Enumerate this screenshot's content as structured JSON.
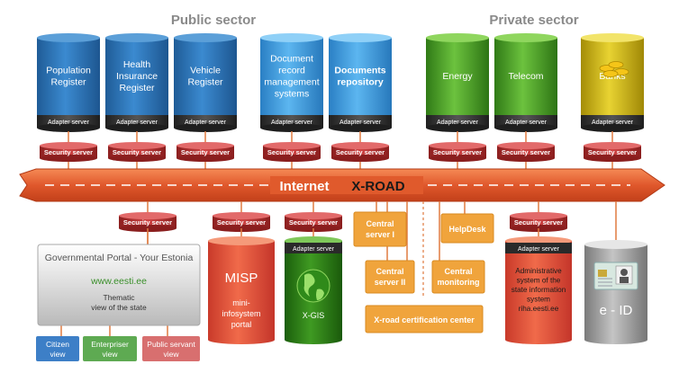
{
  "headings": {
    "public": "Public sector",
    "private": "Private sector"
  },
  "labels": {
    "adapter": "Adapter server",
    "security": "Security server",
    "internet": "Internet",
    "xroad": "X-ROAD"
  },
  "top_dbs": [
    {
      "lines": [
        "Population",
        "Register"
      ],
      "color": "blue"
    },
    {
      "lines": [
        "Health",
        "Insurance",
        "Register"
      ],
      "color": "blue"
    },
    {
      "lines": [
        "Vehicle",
        "Register"
      ],
      "color": "blue"
    },
    {
      "lines": [
        "Document",
        "record",
        "management",
        "systems"
      ],
      "color": "lightblue"
    },
    {
      "lines": [
        "Documents",
        "repository"
      ],
      "color": "lightblue"
    },
    {
      "lines": [
        "Energy"
      ],
      "color": "green"
    },
    {
      "lines": [
        "Telecom"
      ],
      "color": "green"
    },
    {
      "lines": [
        "Banks"
      ],
      "color": "yellow"
    }
  ],
  "portal": {
    "title": "Governmental Portal - Your Estonia",
    "url": "www.eesti.ee",
    "subtitle": [
      "Thematic",
      "view of the state"
    ]
  },
  "views": [
    {
      "lines": [
        "Citizen",
        "view"
      ],
      "color": "#3d7fc7"
    },
    {
      "lines": [
        "Enterpriser",
        "view"
      ],
      "color": "#5eaa52"
    },
    {
      "lines": [
        "Public servant",
        "view"
      ],
      "color": "#d86f6f"
    }
  ],
  "misp": {
    "title": "MISP",
    "lines": [
      "mini-",
      "infosystem",
      "portal"
    ]
  },
  "xgis": {
    "label": "X-GIS"
  },
  "central": {
    "server1": [
      "Central",
      "server I"
    ],
    "server2": [
      "Central",
      "server II"
    ],
    "monitoring": [
      "Central",
      "monitoring"
    ],
    "helpdesk": "HelpDesk",
    "certification": "X-road certification center"
  },
  "riha": {
    "lines": [
      "Administrative",
      "system of the",
      "state information",
      "system",
      "riha.eesti.ee"
    ]
  },
  "eid": {
    "label": "e - ID"
  },
  "colors": {
    "blue": "#2f77b8",
    "lightblue": "#3d98dd",
    "green": "#4d9c2a",
    "yellow": "#cdb316",
    "security": "#b02a2a",
    "road": "#e05a2c",
    "central": "#f0a43c"
  }
}
